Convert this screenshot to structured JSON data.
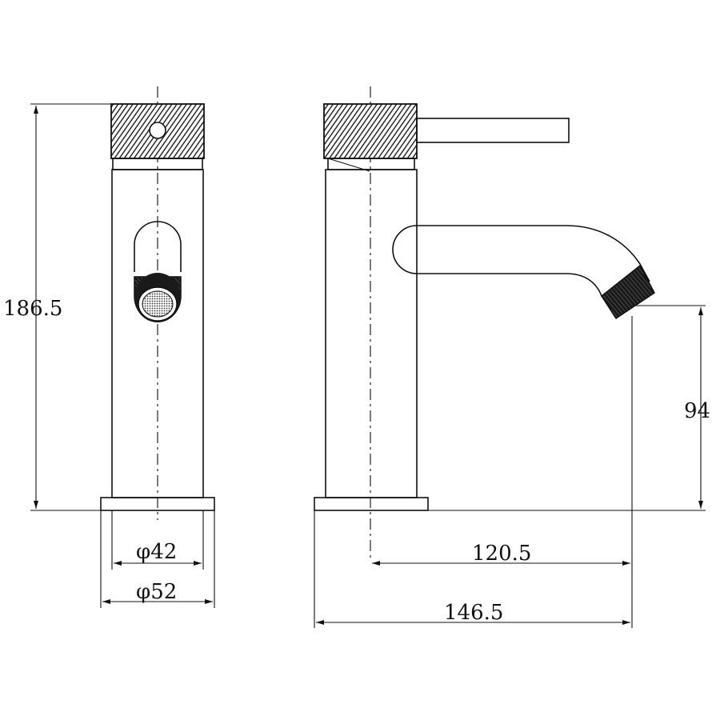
{
  "dimensions": {
    "total_height": "186.5",
    "spout_height": "94",
    "body_diameter": "φ42",
    "base_diameter": "φ52",
    "spout_reach": "120.5",
    "overall_depth": "146.5"
  },
  "colors": {
    "line": "#111111",
    "knurl": "#2a2a2a",
    "background": "#ffffff"
  }
}
